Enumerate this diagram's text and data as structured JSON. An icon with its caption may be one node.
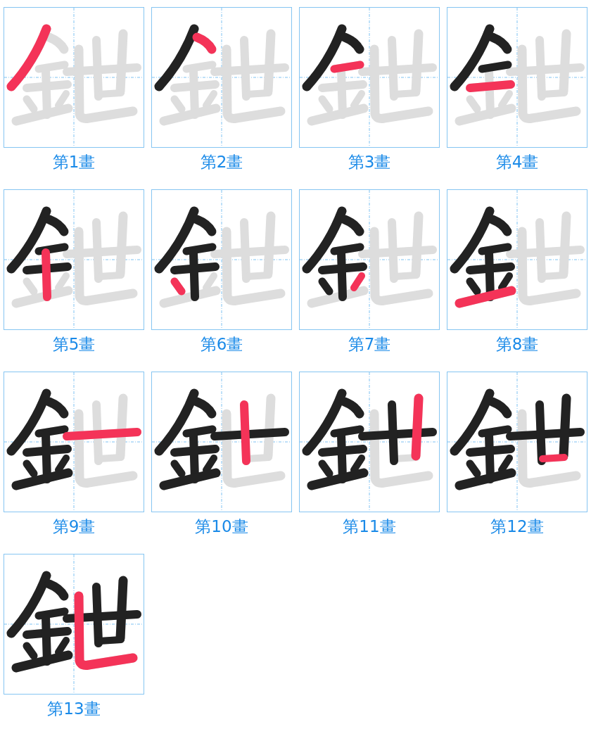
{
  "diagram": {
    "nodes": [
      {
        "text": [],
        "shape": "picture",
        "beside": [
          "第1畫"
        ]
      },
      {
        "text": [],
        "shape": "picture",
        "beside": [
          "第2畫"
        ]
      },
      {
        "text": [],
        "shape": "picture",
        "beside": [
          "第3畫"
        ]
      },
      {
        "text": [],
        "shape": "picture",
        "beside": [
          "第4畫"
        ]
      },
      {
        "text": [],
        "shape": "picture",
        "beside": [
          "第5畫"
        ]
      },
      {
        "text": [],
        "shape": "picture",
        "beside": [
          "第6畫"
        ]
      },
      {
        "text": [],
        "shape": "picture",
        "beside": [
          "第7畫"
        ]
      },
      {
        "text": [],
        "shape": "picture",
        "beside": [
          "第8畫"
        ]
      },
      {
        "text": [],
        "shape": "picture",
        "beside": [
          "第9畫"
        ]
      },
      {
        "text": [],
        "shape": "picture",
        "beside": [
          "第10畫"
        ]
      },
      {
        "text": [],
        "shape": "picture",
        "beside": [
          "第11畫"
        ]
      },
      {
        "text": [],
        "shape": "picture",
        "beside": [
          "第12畫"
        ]
      },
      {
        "text": [],
        "shape": "picture",
        "beside": [
          "第13畫"
        ]
      }
    ]
  }
}
